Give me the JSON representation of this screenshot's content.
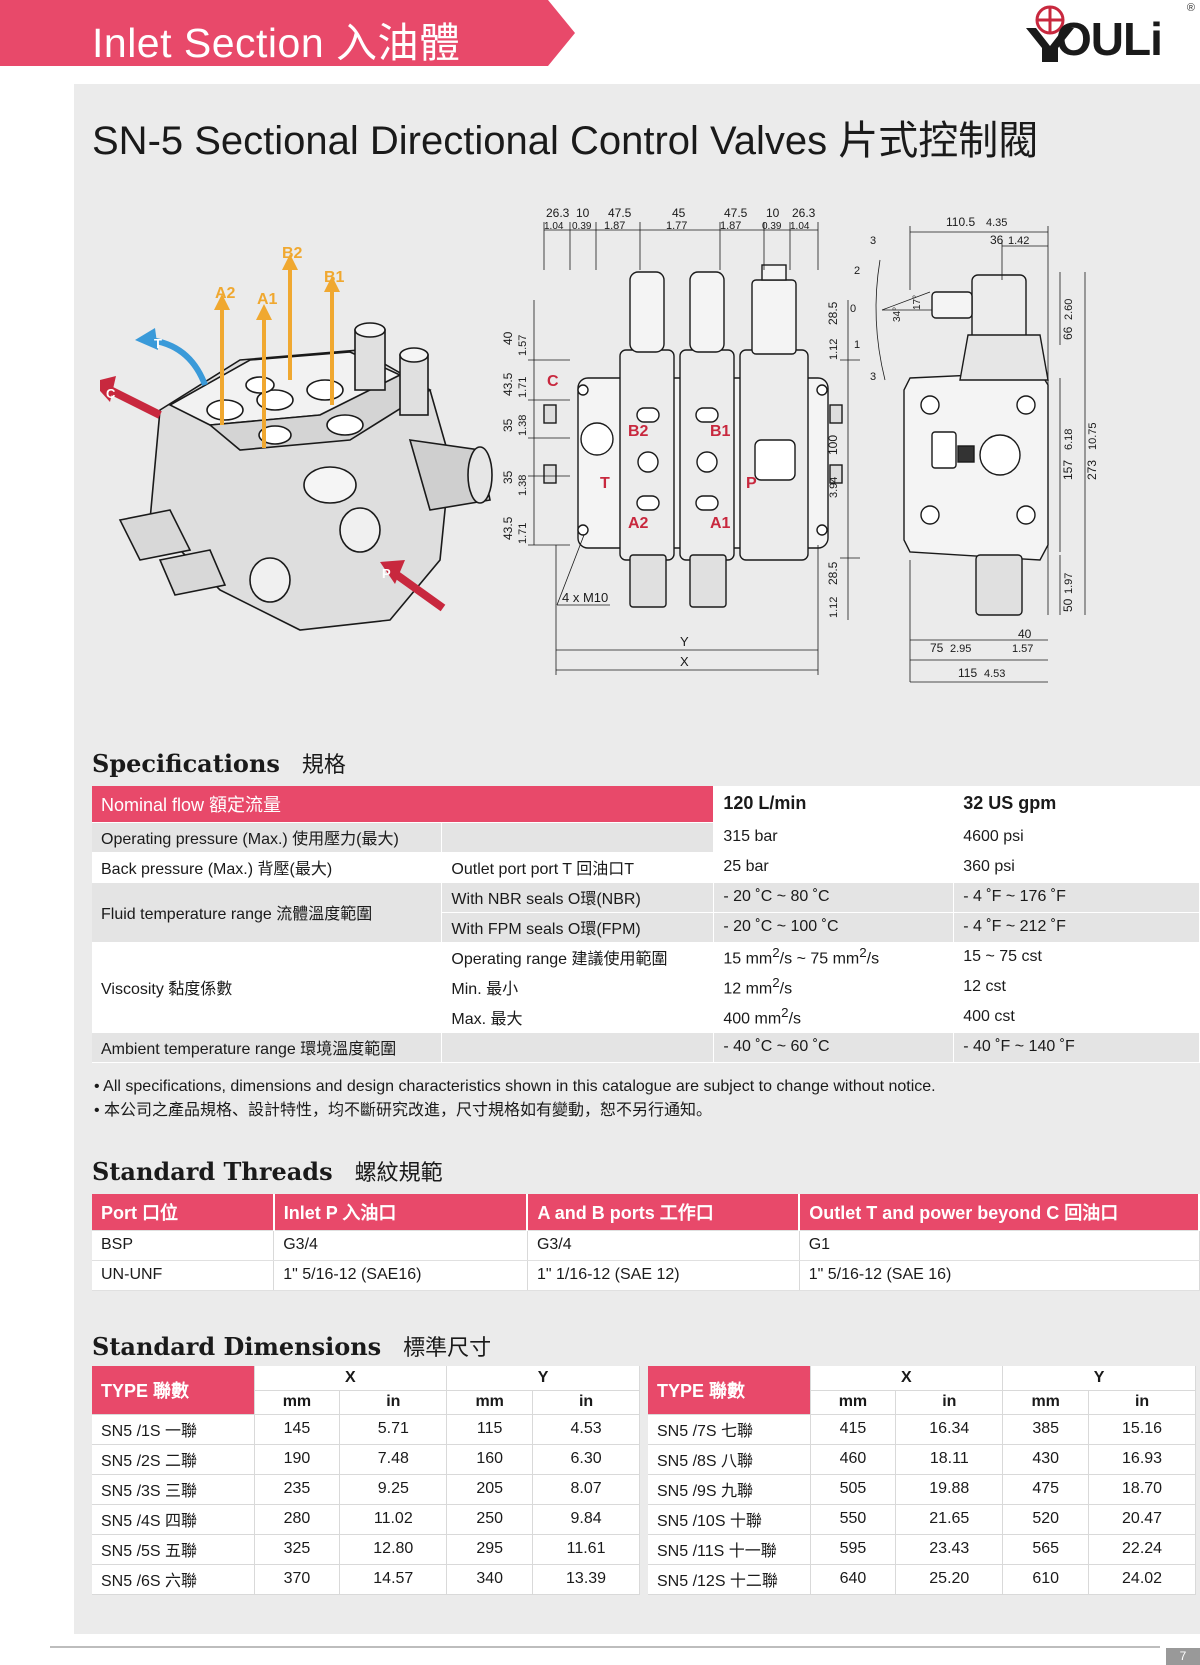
{
  "banner": {
    "title": "Inlet Section 入油體"
  },
  "logo": {
    "text": "OULi",
    "reg": "®"
  },
  "main_title": "SN-5 Sectional Directional Control Valves 片式控制閥",
  "drawing": {
    "port_labels": {
      "a2": "A2",
      "a1": "A1",
      "b2": "B2",
      "b1": "B1",
      "t": "T",
      "c": "C",
      "p": "P"
    },
    "top_dims": [
      {
        "mm": "26.3",
        "in": "1.04"
      },
      {
        "mm": "10",
        "in": "0.39"
      },
      {
        "mm": "47.5",
        "in": "1.87"
      },
      {
        "mm": "45",
        "in": "1.77"
      },
      {
        "mm": "47.5",
        "in": "1.87"
      },
      {
        "mm": "10",
        "in": "0.39"
      },
      {
        "mm": "26.3",
        "in": "1.04"
      }
    ],
    "left_dims": [
      {
        "mm": "40",
        "in": "1.57"
      },
      {
        "mm": "43.5",
        "in": "1.71"
      },
      {
        "mm": "35",
        "in": "1.38"
      },
      {
        "mm": "35",
        "in": "1.38"
      },
      {
        "mm": "43.5",
        "in": "1.71"
      }
    ],
    "right_dims": [
      {
        "mm": "28.5",
        "in": "1.12"
      },
      {
        "mm": "100",
        "in": "3.94"
      },
      {
        "mm": "28.5",
        "in": "1.12"
      }
    ],
    "bolt_note": "4 x M10",
    "y_label": "Y",
    "x_label": "X",
    "side_dims": {
      "top_width": {
        "mm": "110.5",
        "in": "4.35"
      },
      "top_inner": {
        "mm": "36",
        "in": "1.42"
      },
      "h66": {
        "mm": "66",
        "in": "2.60"
      },
      "h157": {
        "mm": "157",
        "in": "6.18"
      },
      "h273": {
        "mm": "273",
        "in": "10.75"
      },
      "h50": {
        "mm": "50",
        "in": "1.97"
      },
      "w75": {
        "mm": "75",
        "in": "2.95"
      },
      "w40": {
        "mm": "40",
        "in": "1.57"
      },
      "w115": {
        "mm": "115",
        "in": "4.53"
      },
      "angle_34": "34°",
      "angle_17": "17°",
      "pos": [
        "3",
        "2",
        "0",
        "1",
        "3"
      ]
    }
  },
  "specifications": {
    "heading_en": "Specifications",
    "heading_zh": "規格",
    "head": {
      "label": "Nominal flow 額定流量",
      "metric": "120 L/min",
      "imperial": "32 US gpm"
    },
    "operating_pressure": {
      "label": "Operating pressure (Max.) 使用壓力(最大)",
      "metric": "315 bar",
      "imperial": "4600 psi"
    },
    "back_pressure": {
      "label": "Back pressure (Max.) 背壓(最大)",
      "sub": "Outlet port port T 回油口T",
      "metric": "25 bar",
      "imperial": "360 psi"
    },
    "fluid_temp": {
      "label": "Fluid temperature range 流體溫度範圍",
      "nbr_sub": "With NBR seals O環(NBR)",
      "nbr_metric": "- 20 ˚C ~ 80 ˚C",
      "nbr_imperial": "- 4 ˚F ~ 176 ˚F",
      "fpm_sub": "With FPM seals O環(FPM)",
      "fpm_metric": "- 20 ˚C ~ 100 ˚C",
      "fpm_imperial": "- 4 ˚F ~ 212 ˚F"
    },
    "viscosity": {
      "label": "Viscosity 黏度係數",
      "op_sub": "Operating range 建議使用範圍",
      "op_metric_a": "15 mm",
      "op_metric_b": "/s ~ 75 mm",
      "op_metric_c": "/s",
      "op_imperial": "15 ~ 75 cst",
      "min_sub": "Min. 最小",
      "min_metric_a": "12 mm",
      "min_metric_c": "/s",
      "min_imperial": "12 cst",
      "max_sub": "Max. 最大",
      "max_metric_a": "400 mm",
      "max_metric_c": "/s",
      "max_imperial": "400 cst",
      "sup": "2"
    },
    "ambient_temp": {
      "label": "Ambient temperature range 環境溫度範圍",
      "metric": "- 40 ˚C ~ 60 ˚C",
      "imperial": "- 40 ˚F ~ 140 ˚F"
    }
  },
  "notes": [
    "• All specifications, dimensions and design characteristics shown in this catalogue are subject to change without notice.",
    "• 本公司之產品規格、設計特性，均不斷研究改進，尺寸規格如有變動，恕不另行通知。"
  ],
  "threads": {
    "heading_en": "Standard Threads",
    "heading_zh": "螺紋規範",
    "headers": [
      "Port 口位",
      "Inlet P 入油口",
      "A and B ports 工作口",
      "Outlet T and power beyond C 回油口"
    ],
    "rows": [
      [
        "BSP",
        "G3/4",
        "G3/4",
        "G1"
      ],
      [
        "UN-UNF",
        "1\" 5/16-12 (SAE16)",
        "1\" 1/16-12 (SAE 12)",
        "1\" 5/16-12 (SAE 16)"
      ]
    ]
  },
  "dimensions": {
    "heading_en": "Standard Dimensions",
    "heading_zh": "標準尺寸",
    "type_header": "TYPE 聯數",
    "group_x": "X",
    "group_y": "Y",
    "units": [
      "mm",
      "in",
      "mm",
      "in"
    ],
    "left_rows": [
      [
        "SN5 /1S 一聯",
        "145",
        "5.71",
        "115",
        "4.53"
      ],
      [
        "SN5 /2S 二聯",
        "190",
        "7.48",
        "160",
        "6.30"
      ],
      [
        "SN5 /3S 三聯",
        "235",
        "9.25",
        "205",
        "8.07"
      ],
      [
        "SN5 /4S 四聯",
        "280",
        "11.02",
        "250",
        "9.84"
      ],
      [
        "SN5 /5S 五聯",
        "325",
        "12.80",
        "295",
        "11.61"
      ],
      [
        "SN5 /6S 六聯",
        "370",
        "14.57",
        "340",
        "13.39"
      ]
    ],
    "right_rows": [
      [
        "SN5 /7S 七聯",
        "415",
        "16.34",
        "385",
        "15.16"
      ],
      [
        "SN5 /8S 八聯",
        "460",
        "18.11",
        "430",
        "16.93"
      ],
      [
        "SN5 /9S 九聯",
        "505",
        "19.88",
        "475",
        "18.70"
      ],
      [
        "SN5 /10S 十聯",
        "550",
        "21.65",
        "520",
        "20.47"
      ],
      [
        "SN5 /11S 十一聯",
        "595",
        "23.43",
        "565",
        "22.24"
      ],
      [
        "SN5 /12S 十二聯",
        "640",
        "25.20",
        "610",
        "24.02"
      ]
    ]
  },
  "page_number": "7",
  "colors": {
    "accent": "#e8496a",
    "panel": "#ebebeb",
    "arrow_orange": "#f0a830",
    "arrow_blue": "#3a9ad9",
    "arrow_red": "#c8283e"
  }
}
